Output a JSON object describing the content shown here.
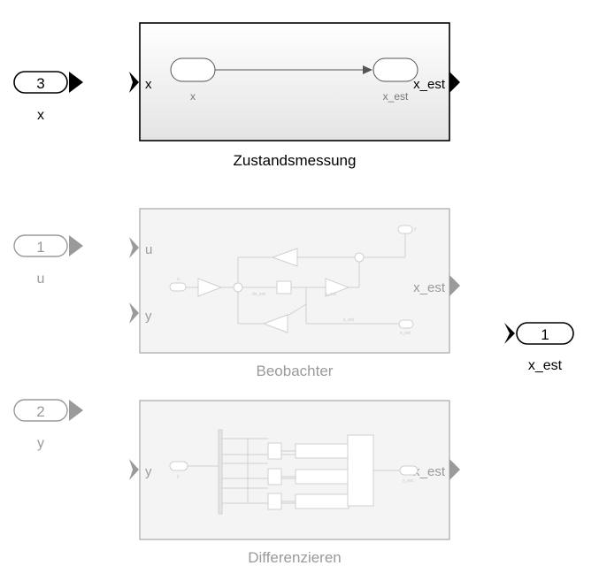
{
  "colors": {
    "active": "#000000",
    "inactive": "#9a9a9a",
    "inactive_fill": "#f4f4f4",
    "active_gradient_top": "#ffffff",
    "active_gradient_bottom": "#e6e6e6"
  },
  "ports": {
    "inport_x": {
      "number": "3",
      "label": "x"
    },
    "inport_u": {
      "number": "1",
      "label": "u"
    },
    "inport_y": {
      "number": "2",
      "label": "y"
    },
    "outport_x_est": {
      "number": "1",
      "label": "x_est"
    }
  },
  "blocks": {
    "zustandsmessung": {
      "name": "Zustandsmessung",
      "in_ports": [
        "x"
      ],
      "out_ports": [
        "x_est"
      ],
      "inner": {
        "in_label": "x",
        "out_label": "x_est"
      }
    },
    "beobachter": {
      "name": "Beobachter",
      "in_ports": [
        "u",
        "y"
      ],
      "out_ports": [
        "x_est"
      ],
      "inner": {
        "u": "u",
        "y": "y",
        "dx_est": "dx_est",
        "x_est": "x_est",
        "x_est_out": "x_est",
        "y_est": "y_est"
      }
    },
    "differenzieren": {
      "name": "Differenzieren",
      "in_ports": [
        "y"
      ],
      "out_ports": [
        "x_est"
      ],
      "inner": {
        "y": "y",
        "x_est": "x_est"
      }
    }
  }
}
